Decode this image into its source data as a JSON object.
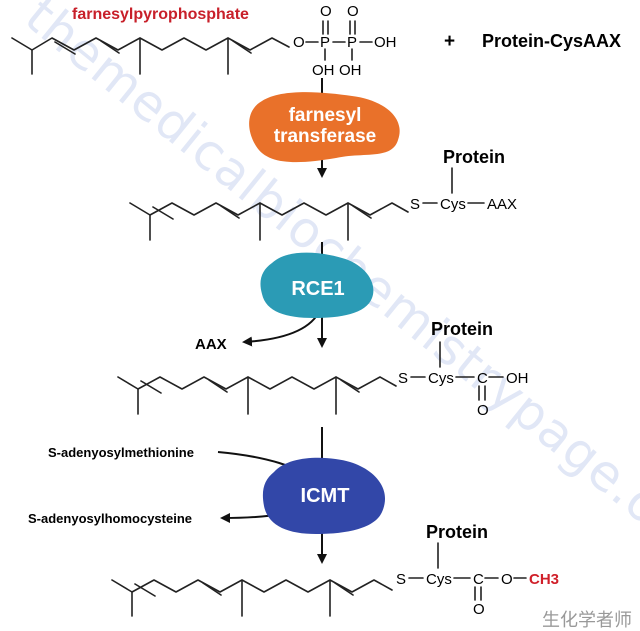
{
  "reactant": {
    "name": "farnesylpyrophosphate",
    "name_color": "#c8202a"
  },
  "phosphate": {
    "o": "O",
    "p": "P",
    "oh": "OH"
  },
  "plus": "+",
  "protein_substrate": "Protein-CysAAX",
  "enzymes": {
    "farnesyl_transferase": {
      "line1": "farnesyl",
      "line2": "transferase",
      "color": "#e9712a"
    },
    "rce1": {
      "label": "RCE1",
      "color": "#2b9bb5"
    },
    "icmt": {
      "label": "ICMT",
      "color": "#3247a8"
    }
  },
  "protein_label": "Protein",
  "residue": {
    "s": "S",
    "cys": "Cys",
    "aax": "AAX",
    "c": "C",
    "oh": "OH",
    "o": "O",
    "ch3": "CH3"
  },
  "byproducts": {
    "aax": "AAX",
    "sam": "S-adenyosylmethionine",
    "sah": "S-adenyosylhomocysteine"
  },
  "watermark": "themedicalbiochemistrypage.org",
  "footer_mark": "生化学者师",
  "colors": {
    "methyl": "#d0202a",
    "ink": "#111111"
  }
}
